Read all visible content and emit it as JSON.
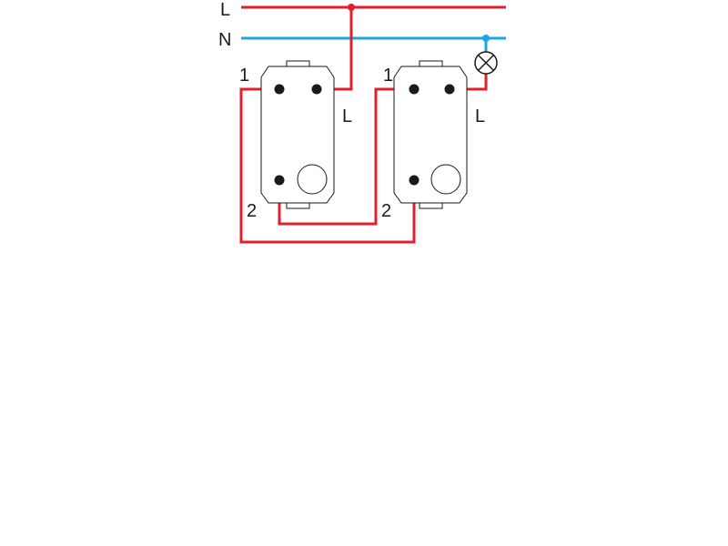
{
  "labels": {
    "line": "L",
    "neutral": "N",
    "switch1_t1": "1",
    "switch1_t2": "2",
    "switch1_common": "L",
    "switch2_t1": "1",
    "switch2_t2": "2",
    "switch2_common": "L"
  },
  "colors": {
    "line_wire": "#e0202e",
    "neutral_wire": "#1aa8e0",
    "outline": "#1a1a1a"
  },
  "icons": {
    "lamp": "lamp-icon"
  }
}
